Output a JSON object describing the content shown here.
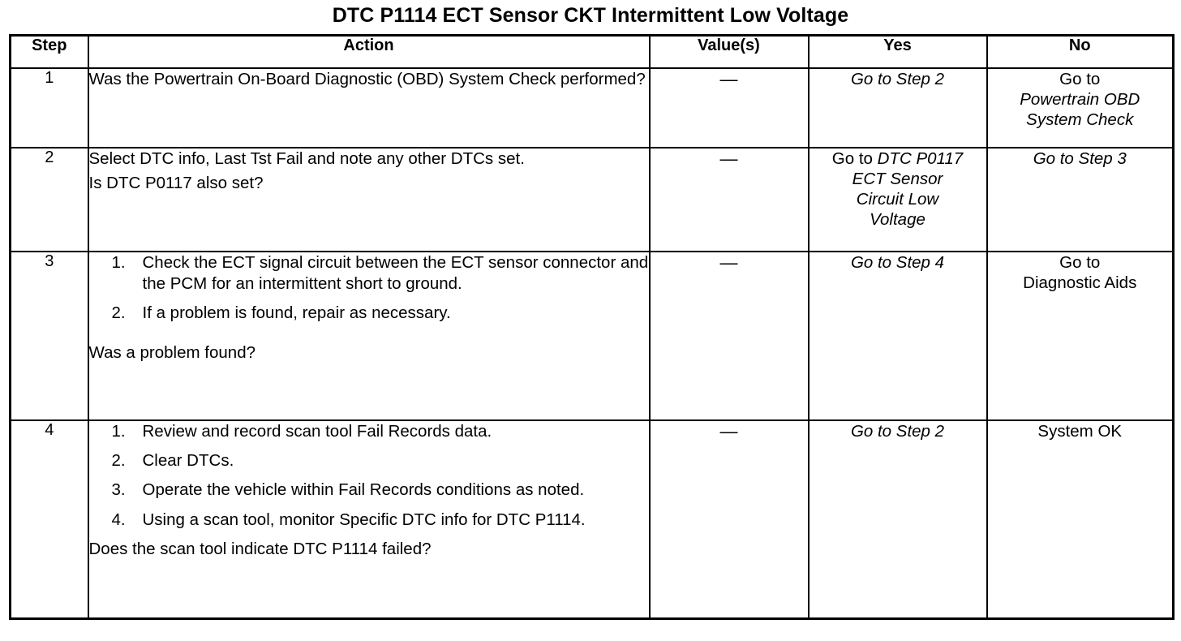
{
  "document": {
    "title": "DTC P1114 ECT Sensor CKT Intermittent Low Voltage"
  },
  "table": {
    "headers": {
      "step": "Step",
      "action": "Action",
      "values": "Value(s)",
      "yes": "Yes",
      "no": "No"
    },
    "rows": [
      {
        "step": "1",
        "action": {
          "intro": "Was the Powertrain On-Board Diagnostic (OBD) System Check performed?",
          "list": [],
          "question": ""
        },
        "value": "—",
        "yes": {
          "line1": "",
          "line2": "",
          "line3": "",
          "line4": "",
          "italic_from": 1,
          "lines": [
            "Go to Step 2"
          ],
          "styles": [
            "italic"
          ]
        },
        "no": {
          "lines": [
            "Go to",
            "Powertrain OBD",
            "System Check"
          ],
          "styles": [
            "roman",
            "italic",
            "italic"
          ]
        }
      },
      {
        "step": "2",
        "action": {
          "intro": "Select DTC info, Last Tst Fail and note any other DTCs set.",
          "list": [],
          "question": "Is DTC P0117 also set?"
        },
        "value": "—",
        "yes": {
          "lines": [
            "Go to DTC P0117",
            "ECT Sensor",
            "Circuit Low",
            "Voltage"
          ],
          "styles": [
            "mixed",
            "italic",
            "italic",
            "italic"
          ],
          "mixed_roman": "Go to ",
          "mixed_italic": "DTC P0117"
        },
        "no": {
          "lines": [
            "Go to Step 3"
          ],
          "styles": [
            "italic"
          ]
        }
      },
      {
        "step": "3",
        "action": {
          "intro": "",
          "list": [
            {
              "num": "1.",
              "text": "Check the ECT signal circuit between the ECT sensor connector and the PCM for an intermittent short to ground."
            },
            {
              "num": "2.",
              "text": "If a problem is found, repair as necessary."
            }
          ],
          "question": "Was a problem found?"
        },
        "value": "—",
        "yes": {
          "lines": [
            "Go to Step 4"
          ],
          "styles": [
            "italic"
          ]
        },
        "no": {
          "lines": [
            "Go to",
            "Diagnostic Aids"
          ],
          "styles": [
            "roman",
            "roman"
          ]
        }
      },
      {
        "step": "4",
        "action": {
          "intro": "",
          "list": [
            {
              "num": "1.",
              "text": "Review and record scan tool Fail Records data."
            },
            {
              "num": "2.",
              "text": "Clear DTCs."
            },
            {
              "num": "3.",
              "text": "Operate the vehicle within Fail Records conditions as noted."
            },
            {
              "num": "4.",
              "text": "Using a scan tool, monitor Specific DTC info for DTC P1114."
            }
          ],
          "question": "Does the scan tool indicate DTC P1114 failed?"
        },
        "value": "—",
        "yes": {
          "lines": [
            "Go to Step 2"
          ],
          "styles": [
            "italic"
          ]
        },
        "no": {
          "lines": [
            "System OK"
          ],
          "styles": [
            "roman"
          ]
        }
      }
    ]
  }
}
